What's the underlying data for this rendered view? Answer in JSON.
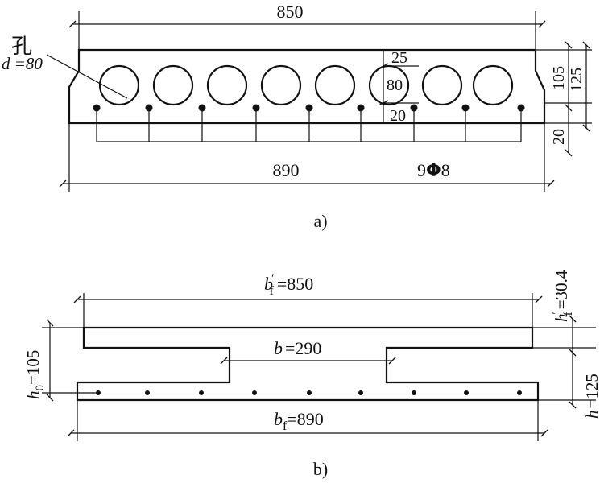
{
  "figure_a": {
    "top_width": "850",
    "hole_label": "孔",
    "hole_diameter": "d =80",
    "dim_25": "25",
    "dim_80": "80",
    "dim_20_inner": "20",
    "dim_105": "105",
    "dim_125": "125",
    "dim_20_right": "20",
    "bottom_width": "890",
    "rebar_count": "9",
    "rebar_symbol": "Φ",
    "rebar_size": "8",
    "caption": "a)"
  },
  "figure_b": {
    "bf_prime": {
      "sym": "b",
      "sub": "f",
      "prime": "′",
      "value": "=850"
    },
    "hf_prime": {
      "sym": "h",
      "sub": "f",
      "prime": "′",
      "value": "=30.4"
    },
    "web": {
      "sym": "b",
      "value": "=290"
    },
    "h0": {
      "sym": "h",
      "sub": "0",
      "value": "=105"
    },
    "h": {
      "sym": "h",
      "value": "=125"
    },
    "bf": {
      "sym": "b",
      "sub": "f",
      "value": "=890"
    },
    "caption": "b)"
  }
}
